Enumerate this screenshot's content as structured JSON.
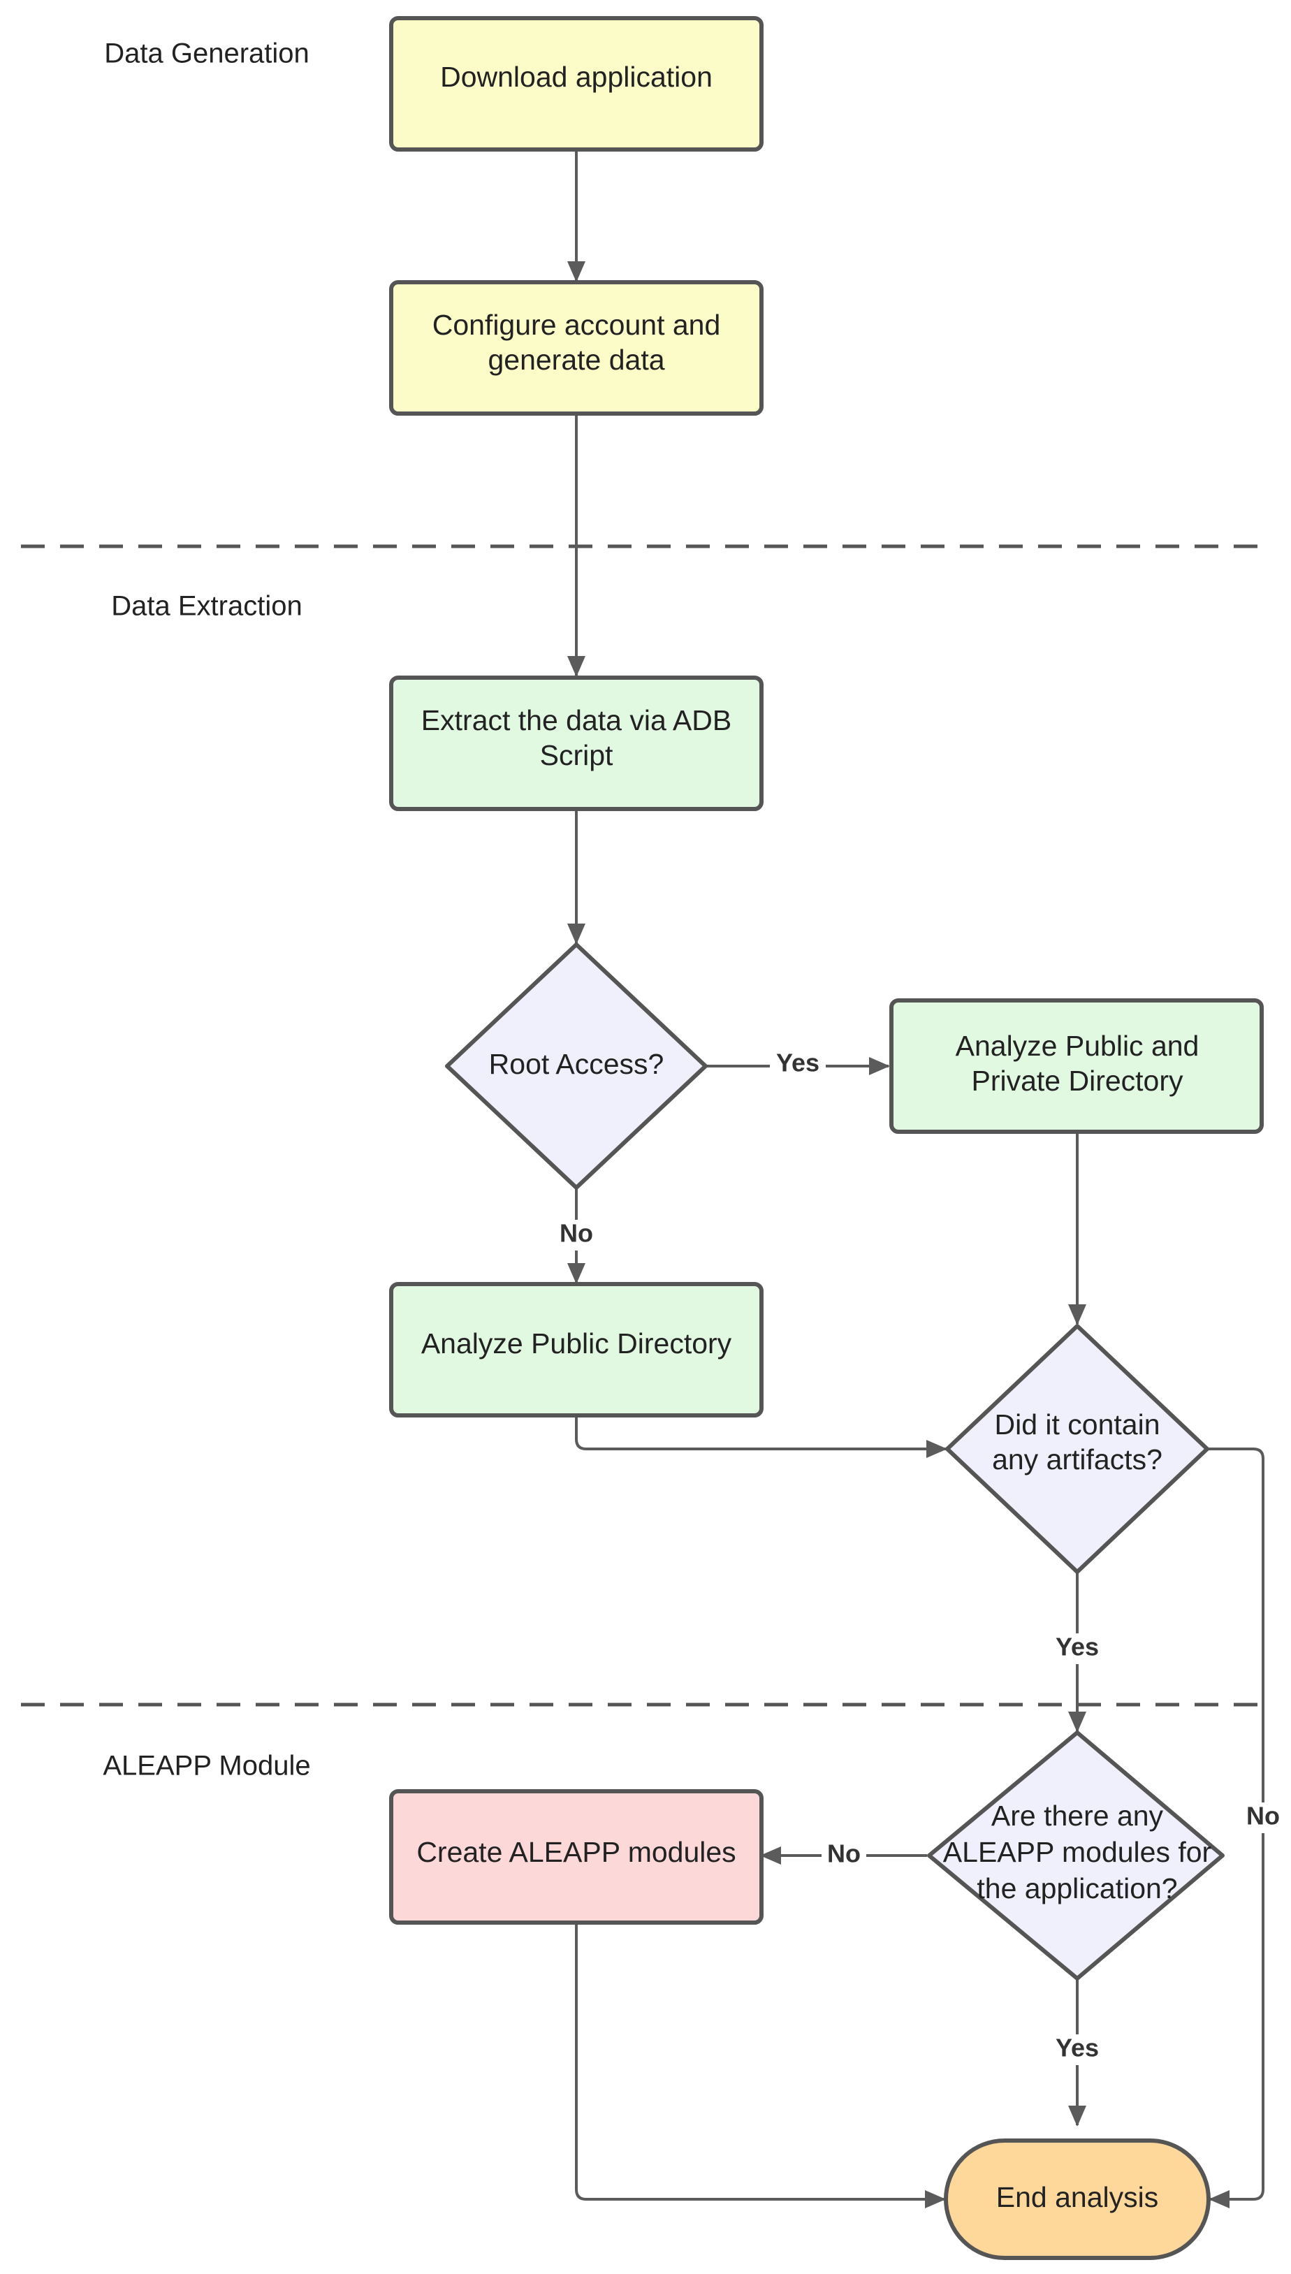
{
  "sections": [
    {
      "id": "data-generation",
      "label": "Data Generation"
    },
    {
      "id": "data-extraction",
      "label": "Data Extraction"
    },
    {
      "id": "aleapp-module",
      "label": "ALEAPP Module"
    }
  ],
  "nodes": {
    "download": {
      "lines": [
        "Download application"
      ],
      "color": "#fcfcc9"
    },
    "configure": {
      "lines": [
        "Configure account and",
        "generate data"
      ],
      "color": "#fcfcc9"
    },
    "extract": {
      "lines": [
        "Extract the data via ADB",
        "Script"
      ],
      "color": "#e1f8e1"
    },
    "root": {
      "lines": [
        "Root Access?"
      ],
      "color": "#eff0fc"
    },
    "analyze_pp": {
      "lines": [
        "Analyze Public and",
        "Private Directory"
      ],
      "color": "#e1f8e1"
    },
    "analyze_public": {
      "lines": [
        "Analyze Public Directory"
      ],
      "color": "#e1f8e1"
    },
    "artifacts": {
      "lines": [
        "Did it contain",
        "any artifacts?"
      ],
      "color": "#eff0fc"
    },
    "create_modules": {
      "lines": [
        "Create ALEAPP modules"
      ],
      "color": "#fdd8d8"
    },
    "modules_q": {
      "lines": [
        "Are there any",
        "ALEAPP modules for",
        "the application?"
      ],
      "color": "#eff0fc"
    },
    "end": {
      "lines": [
        "End analysis"
      ],
      "color": "#fdd89a"
    }
  },
  "edge_labels": {
    "root_yes": "Yes",
    "root_no": "No",
    "artifacts_yes": "Yes",
    "artifacts_no": "No",
    "modules_no": "No",
    "modules_yes": "Yes"
  }
}
